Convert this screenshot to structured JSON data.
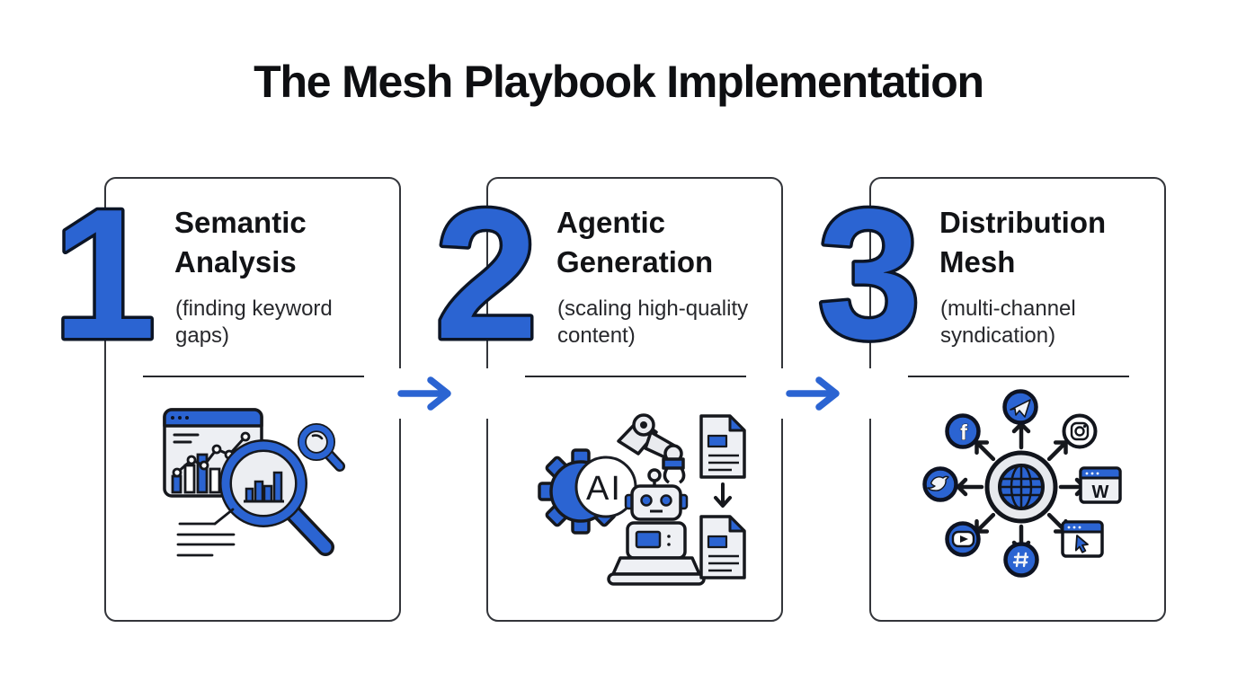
{
  "title": "The Mesh Playbook Implementation",
  "colors": {
    "accent": "#2b64d2",
    "ink": "#16181d",
    "card_border": "#33353a"
  },
  "steps": [
    {
      "number": "1",
      "title": "Semantic Analysis",
      "subtitle": "(finding keyword gaps)",
      "icon": "analytics-search-icon"
    },
    {
      "number": "2",
      "title": "Agentic Generation",
      "subtitle": "(scaling high-quality content)",
      "icon": "ai-robot-generation-icon"
    },
    {
      "number": "3",
      "title": "Distribution Mesh",
      "subtitle": "(multi-channel syndication)",
      "icon": "distribution-network-icon"
    }
  ],
  "icon_glyphs": {
    "ai": "AI",
    "wordpress_w": "W",
    "facebook": "f"
  },
  "connectors": [
    {
      "type": "arrow-right"
    },
    {
      "type": "arrow-right"
    }
  ]
}
